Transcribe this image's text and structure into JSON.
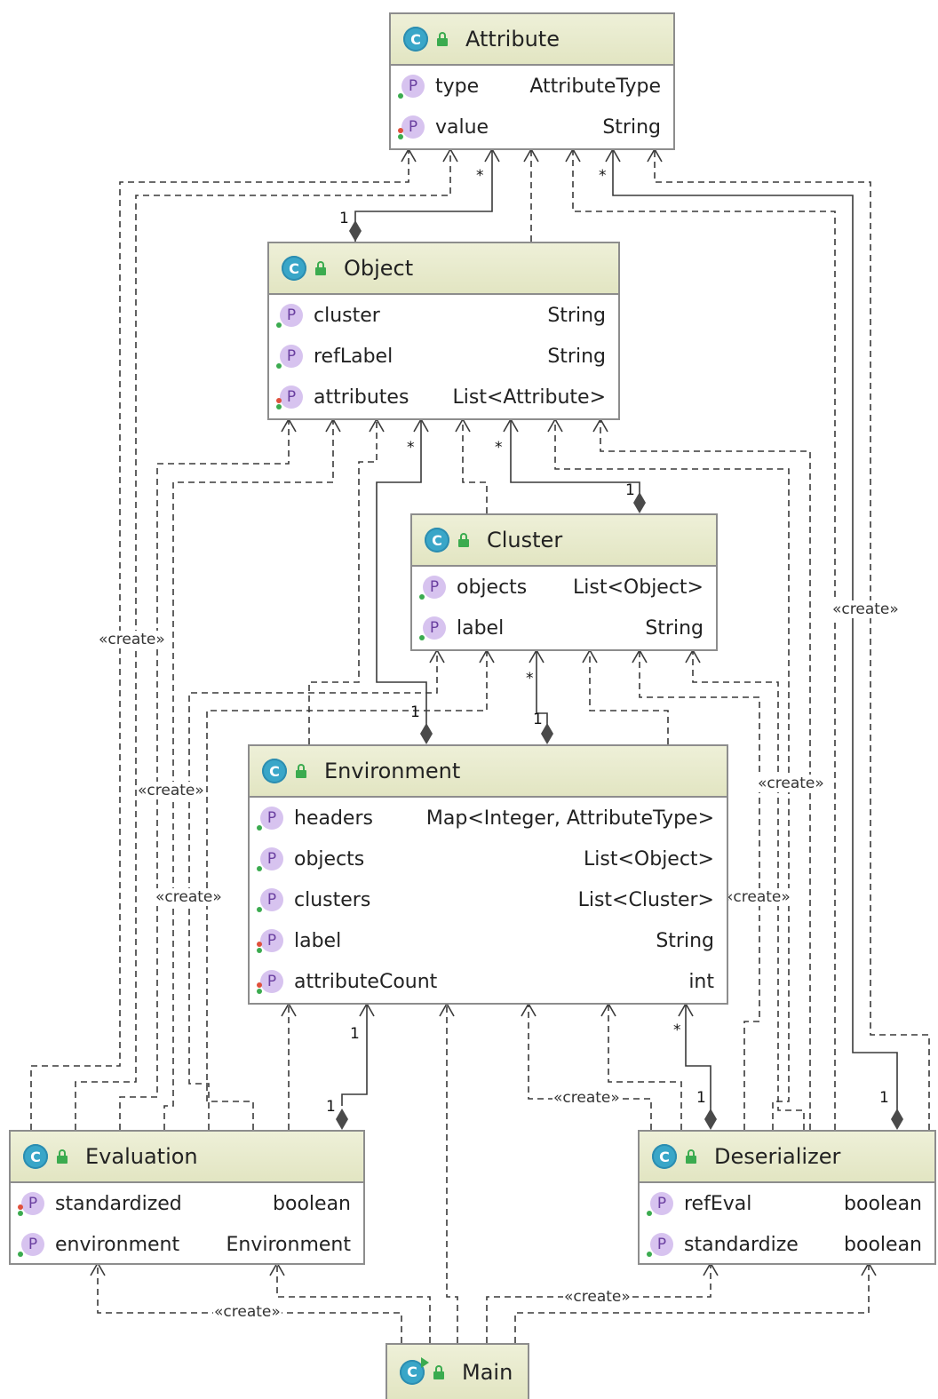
{
  "classes": {
    "attribute": {
      "name": "Attribute",
      "fields": [
        {
          "name": "type",
          "type": "AttributeType",
          "visibility": "public"
        },
        {
          "name": "value",
          "type": "String",
          "visibility": "private-final"
        }
      ]
    },
    "object": {
      "name": "Object",
      "fields": [
        {
          "name": "cluster",
          "type": "String",
          "visibility": "public"
        },
        {
          "name": "refLabel",
          "type": "String",
          "visibility": "public"
        },
        {
          "name": "attributes",
          "type": "List<Attribute>",
          "visibility": "private-final"
        }
      ]
    },
    "cluster": {
      "name": "Cluster",
      "fields": [
        {
          "name": "objects",
          "type": "List<Object>",
          "visibility": "public"
        },
        {
          "name": "label",
          "type": "String",
          "visibility": "public"
        }
      ]
    },
    "environment": {
      "name": "Environment",
      "fields": [
        {
          "name": "headers",
          "type": "Map<Integer, AttributeType>",
          "visibility": "public"
        },
        {
          "name": "objects",
          "type": "List<Object>",
          "visibility": "public"
        },
        {
          "name": "clusters",
          "type": "List<Cluster>",
          "visibility": "public"
        },
        {
          "name": "label",
          "type": "String",
          "visibility": "private-final"
        },
        {
          "name": "attributeCount",
          "type": "int",
          "visibility": "private-final"
        }
      ]
    },
    "evaluation": {
      "name": "Evaluation",
      "fields": [
        {
          "name": "standardized",
          "type": "boolean",
          "visibility": "private-final"
        },
        {
          "name": "environment",
          "type": "Environment",
          "visibility": "public"
        }
      ]
    },
    "deserializer": {
      "name": "Deserializer",
      "fields": [
        {
          "name": "refEval",
          "type": "boolean",
          "visibility": "public"
        },
        {
          "name": "standardize",
          "type": "boolean",
          "visibility": "public"
        }
      ]
    },
    "main": {
      "name": "Main",
      "fields": []
    }
  },
  "stereotype": "«create»",
  "multiplicities": {
    "one": "1",
    "many": "*"
  },
  "icons": {
    "class_badge": "C",
    "property_badge": "P",
    "class-icon": "c-icon",
    "property-icon": "p-icon",
    "lock-icon": "lock-icon"
  },
  "colors": {
    "header": "#e6e8c8",
    "class_badge": "#39a6c8",
    "property_badge": "#d7c3ef",
    "lock": "#3bab4f",
    "line": "#3a3a3a"
  }
}
